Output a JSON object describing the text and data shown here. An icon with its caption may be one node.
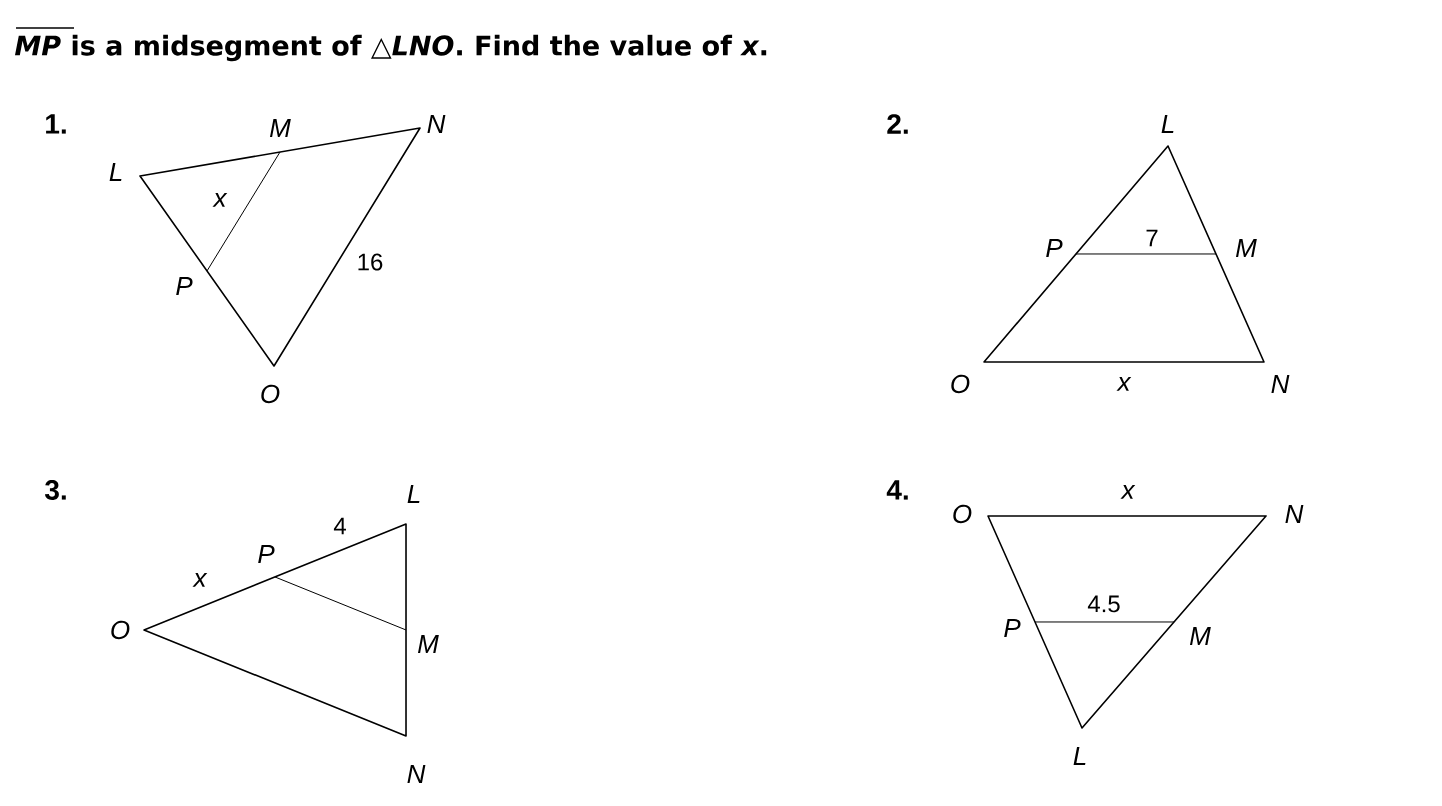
{
  "diagram": {
    "title": "*MP* is a midsegment of △*LNO*. Find the value of *x*.",
    "labels": [
      "1.",
      "M",
      "N",
      "L",
      "x",
      "P",
      "16",
      "O",
      "2.",
      "L",
      "P",
      "7",
      "M",
      "O",
      "x",
      "N",
      "3.",
      "L",
      "4",
      "x",
      "P",
      "O",
      "M",
      "N",
      "4.",
      "O",
      "x",
      "N",
      "4.5",
      "P",
      "M",
      "L"
    ]
  }
}
